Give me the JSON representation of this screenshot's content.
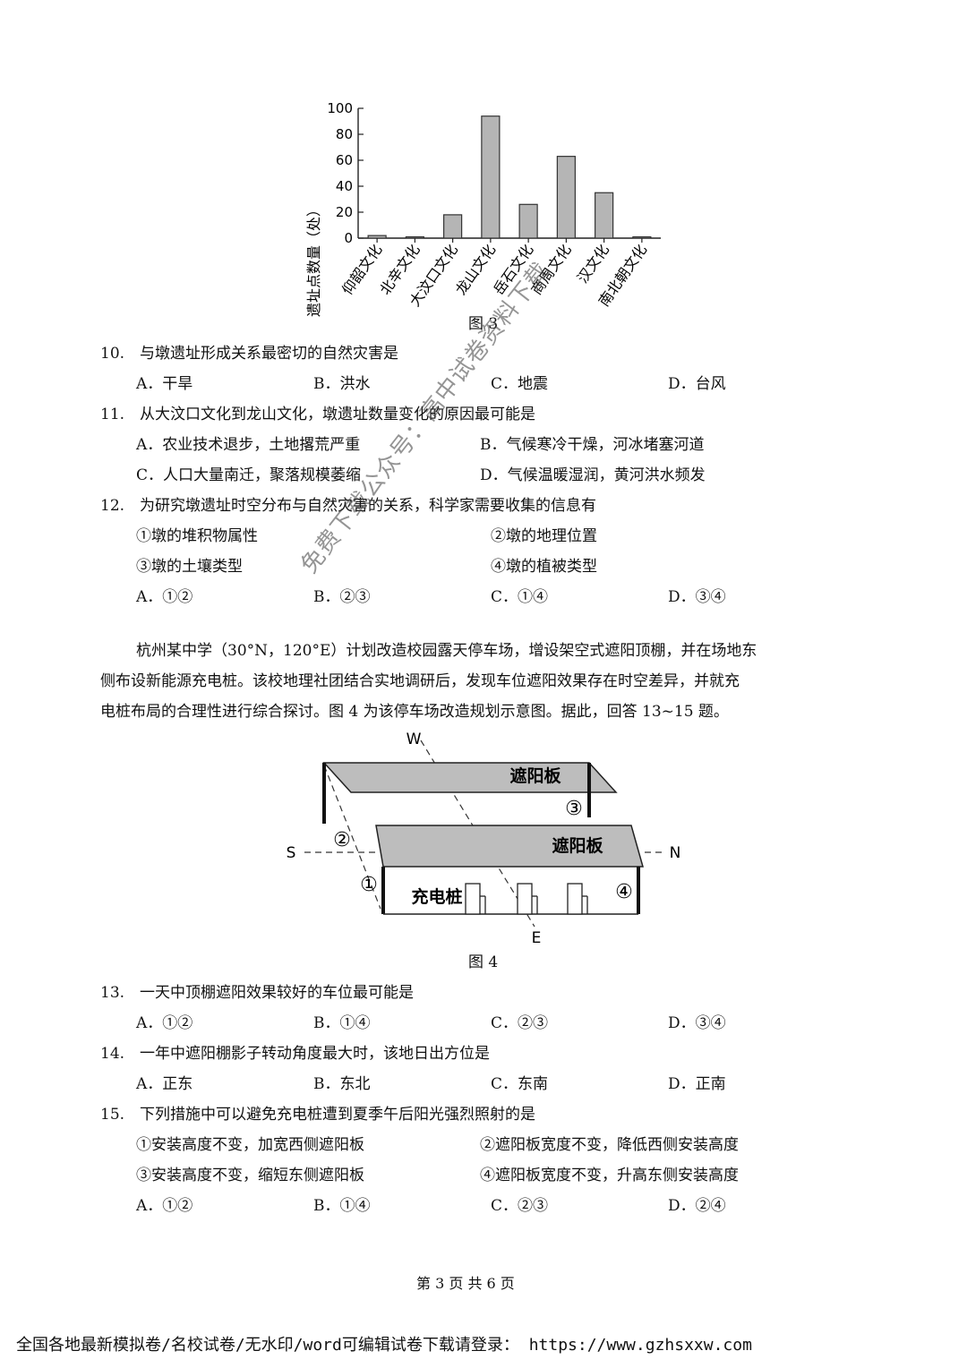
{
  "chart_data": {
    "type": "bar",
    "categories": [
      "仰韶文化",
      "北辛文化",
      "大汶口文化",
      "龙山文化",
      "岳石文化",
      "商周文化",
      "汉文化",
      "南北朝文化"
    ],
    "values": [
      2,
      1,
      18,
      94,
      26,
      63,
      35,
      1
    ],
    "ylabel": "遗址点数量（处）",
    "ylim": [
      0,
      100
    ],
    "yticks": [
      0,
      20,
      40,
      60,
      80,
      100
    ],
    "bar_color": "#b5b5b5"
  },
  "fig3_label": "图 3",
  "q10": {
    "stem": "10.　与墩遗址形成关系最密切的自然灾害是",
    "opts": [
      "A．干旱",
      "B．洪水",
      "C．地震",
      "D．台风"
    ]
  },
  "q11": {
    "stem": "11.　从大汶口文化到龙山文化，墩遗址数量变化的原因最可能是",
    "opts": [
      "A．农业技术退步，土地撂荒严重",
      "B．气候寒冷干燥，河冰堵塞河道",
      "C．人口大量南迁，聚落规模萎缩",
      "D．气候温暖湿润，黄河洪水频发"
    ]
  },
  "q12": {
    "stem": "12.　为研究墩遗址时空分布与自然灾害的关系，科学家需要收集的信息有",
    "items": [
      "①墩的堆积物属性",
      "②墩的地理位置",
      "③墩的土壤类型",
      "④墩的植被类型"
    ],
    "opts": [
      "A．①②",
      "B．②③",
      "C．①④",
      "D．③④"
    ]
  },
  "passage": {
    "lines": [
      "杭州某中学（30°N，120°E）计划改造校园露天停车场，增设架空式遮阳顶棚，并在场地东",
      "侧布设新能源充电桩。该校地理社团结合实地调研后，发现车位遮阳效果存在时空差异，并就充",
      "电桩布局的合理性进行综合探讨。图 4 为该停车场改造规划示意图。据此，回答 13~15 题。"
    ]
  },
  "fig4": {
    "label": "图 4",
    "panel_top": "遮阳板",
    "panel_bottom": "遮阳板",
    "charger": "充电桩",
    "dir_w": "W",
    "dir_s": "S",
    "dir_n": "N",
    "dir_e": "E",
    "spot1": "①",
    "spot2": "②",
    "spot3": "③",
    "spot4": "④"
  },
  "q13": {
    "stem": "13.　一天中顶棚遮阳效果较好的车位最可能是",
    "opts": [
      "A．①②",
      "B．①④",
      "C．②③",
      "D．③④"
    ]
  },
  "q14": {
    "stem": "14.　一年中遮阳棚影子转动角度最大时，该地日出方位是",
    "opts": [
      "A．正东",
      "B．东北",
      "C．东南",
      "D．正南"
    ]
  },
  "q15": {
    "stem": "15.　下列措施中可以避免充电桩遭到夏季午后阳光强烈照射的是",
    "items": [
      "①安装高度不变，加宽西侧遮阳板",
      "②遮阳板宽度不变，降低西侧安装高度",
      "③安装高度不变，缩短东侧遮阳板",
      "④遮阳板宽度不变，升高东侧安装高度"
    ],
    "opts": [
      "A．①②",
      "B．①④",
      "C．②③",
      "D．②④"
    ]
  },
  "watermark": "免费下载公众号：高中试卷资料下载",
  "page_number": "第 3 页 共 6 页",
  "footer": "全国各地最新模拟卷/名校试卷/无水印/word可编辑试卷下载请登录： https://www.gzhsxxw.com"
}
